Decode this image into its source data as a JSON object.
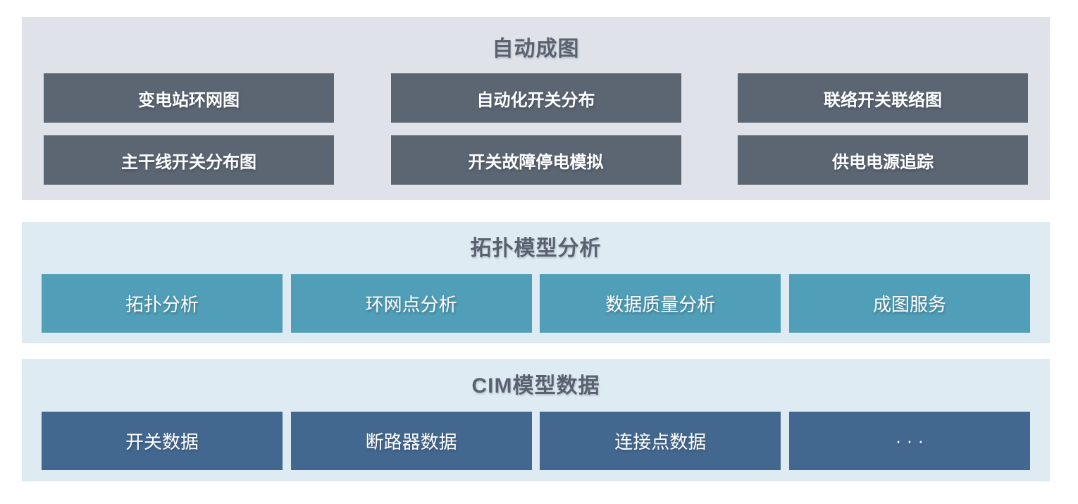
{
  "colors": {
    "page_bg": "#ffffff",
    "top_panel_bg": "#dfe2e9",
    "top_box_bg": "#5c6572",
    "analysis_panel_bg": "#dfebf2",
    "analysis_box_bg": "#509eb7",
    "data_panel_bg": "#dfebf2",
    "data_box_bg": "#43688f",
    "title_color": "#5a6270",
    "box_text_color": "#ffffff"
  },
  "sections": [
    {
      "id": "auto-diagram",
      "title": "自动成图",
      "items": [
        "变电站环网图",
        "自动化开关分布",
        "联络开关联络图",
        "主干线开关分布图",
        "开关故障停电模拟",
        "供电电源追踪"
      ]
    },
    {
      "id": "topology-analysis",
      "title": "拓扑模型分析",
      "items": [
        "拓扑分析",
        "环网点分析",
        "数据质量分析",
        "成图服务"
      ]
    },
    {
      "id": "cim-model-data",
      "title": "CIM模型数据",
      "items": [
        "开关数据",
        "断路器数据",
        "连接点数据",
        "· · ·"
      ]
    }
  ]
}
